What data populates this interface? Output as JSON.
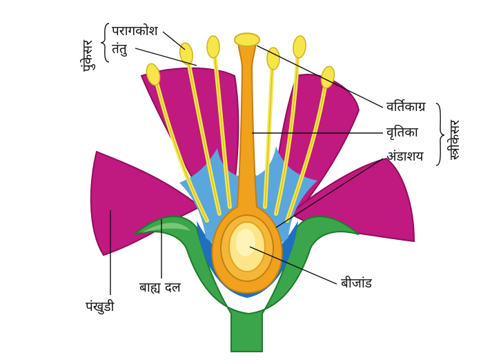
{
  "labels": {
    "stamen_group": "पुंकेसर",
    "anther": "परागकोश",
    "filament": "तंतु",
    "stigma": "वर्तिकाग्र",
    "style": "वृतिका",
    "ovary": "अंडाशय",
    "pistil_group": "स्त्रीकेसर",
    "ovule": "बीजांड",
    "sepal": "बाह्य दल",
    "petal": "पंखुडी"
  },
  "colors": {
    "petal": "#c0197f",
    "petal_dark": "#8e0f5c",
    "sepal": "#3aa54a",
    "sepal_light": "#7cc576",
    "receptacle_blue": "#1f6fc0",
    "nectary_blue": "#5aa7dd",
    "ovary_orange": "#f0a21e",
    "ovule_yellow": "#fde68a",
    "stamen_yellow": "#f6e64a",
    "line": "#111111"
  }
}
